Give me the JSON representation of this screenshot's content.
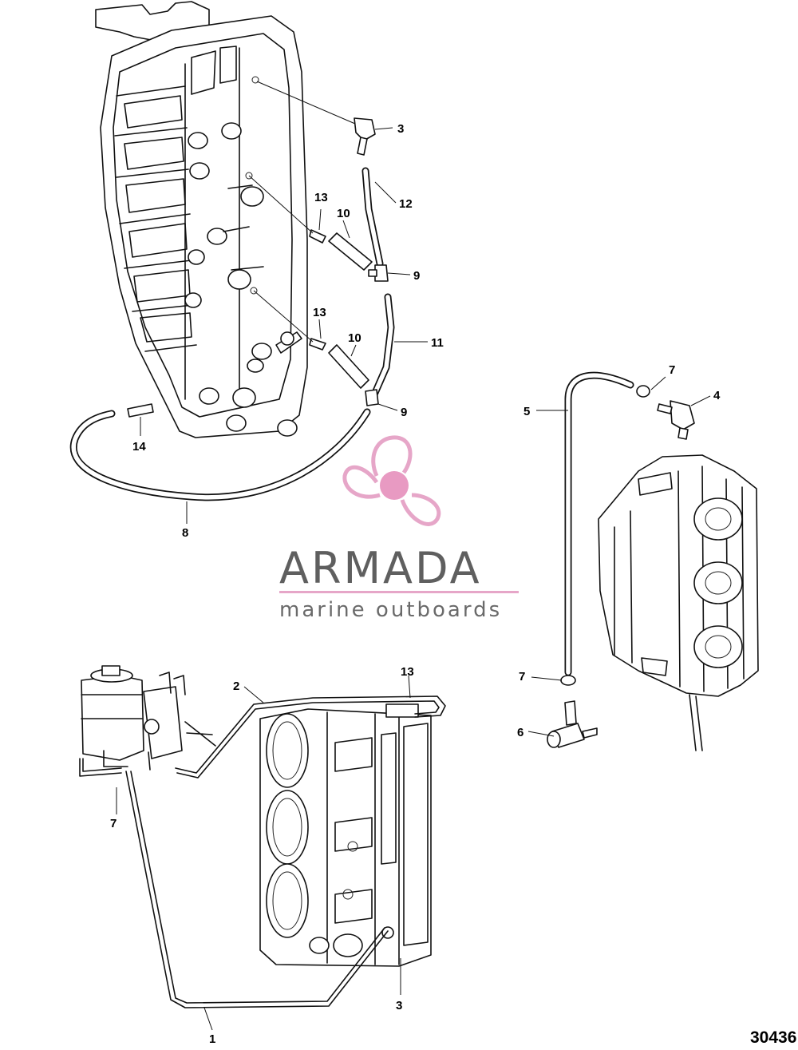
{
  "diagram": {
    "diagram_number": "30436",
    "callouts": [
      {
        "id": "c3a",
        "label": "3"
      },
      {
        "id": "c12",
        "label": "12"
      },
      {
        "id": "c13a",
        "label": "13"
      },
      {
        "id": "c10a",
        "label": "10"
      },
      {
        "id": "c9a",
        "label": "9"
      },
      {
        "id": "c13b",
        "label": "13"
      },
      {
        "id": "c10b",
        "label": "10"
      },
      {
        "id": "c11",
        "label": "11"
      },
      {
        "id": "c9b",
        "label": "9"
      },
      {
        "id": "c14",
        "label": "14"
      },
      {
        "id": "c8",
        "label": "8"
      },
      {
        "id": "c7a",
        "label": "7"
      },
      {
        "id": "c4",
        "label": "4"
      },
      {
        "id": "c5",
        "label": "5"
      },
      {
        "id": "c2",
        "label": "2"
      },
      {
        "id": "c13c",
        "label": "13"
      },
      {
        "id": "c7b",
        "label": "7"
      },
      {
        "id": "c7c",
        "label": "7"
      },
      {
        "id": "c6",
        "label": "6"
      },
      {
        "id": "c3b",
        "label": "3"
      },
      {
        "id": "c1",
        "label": "1"
      }
    ]
  },
  "watermark": {
    "brand": "ARMADA",
    "tagline": "marine outboards",
    "accent_color": "#e6a6c8",
    "hub_color": "#e89ac2"
  }
}
